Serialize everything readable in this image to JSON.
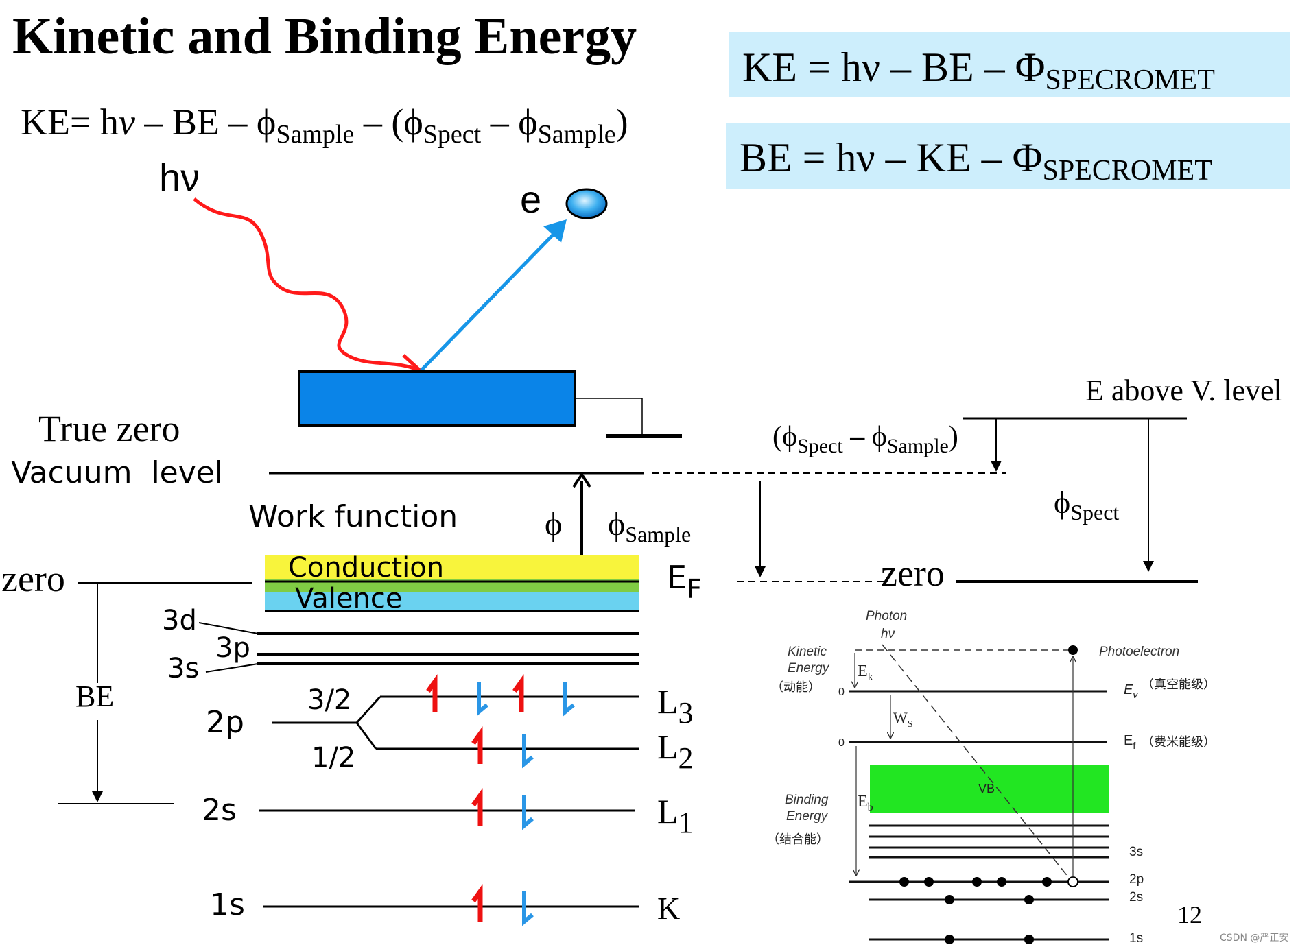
{
  "title": "Kinetic and Binding Energy",
  "main_equation": {
    "lhs": "KE= h",
    "nu": "ν",
    "minus_be": " – BE – ",
    "phi": "ϕ",
    "sub_sample": "Sample",
    "minus_paren": " – (",
    "sub_spect": "Spect",
    "minus": " – ",
    "close": ")"
  },
  "boxes": {
    "ke": {
      "main": "KE = hν – BE – Φ",
      "sub": "SPECROMET"
    },
    "be": {
      "main": "BE = hν – KE – Φ",
      "sub": "SPECROMET"
    }
  },
  "photon": {
    "h": "h",
    "nu": "ν"
  },
  "electron_label": "e",
  "labels": {
    "true_zero": "True zero",
    "vacuum_level": "Vacuum  level",
    "work_function": "Work function",
    "phi": "ϕ",
    "phi_sample_sub": "Sample",
    "ef_main": "E",
    "ef_sub": "F",
    "zero_left": "zero",
    "zero_right": "zero",
    "be": "BE",
    "e_above": "E above V. level",
    "phi_spect_sub": "Spect",
    "phi_diff_open": "(ϕ",
    "phi_diff_close": ")",
    "conduction": "Conduction",
    "valence": "Valence",
    "page_number": "12",
    "watermark": "CSDN @严正安"
  },
  "orbitals": {
    "3d": "3d",
    "3p": "3p",
    "3s": "3s",
    "2p": "2p",
    "j32": "3/2",
    "j12": "1/2",
    "2s": "2s",
    "1s": "1s",
    "L3": "L",
    "L3_sub": "3",
    "L2": "L",
    "L2_sub": "2",
    "L1": "L",
    "L1_sub": "1",
    "K": "K"
  },
  "inset": {
    "photon": "Photon",
    "hv": "hν",
    "photoelectron": "Photoelectron",
    "kinetic1": "Kinetic",
    "kinetic2": "Energy",
    "kinetic_cn": "（动能）",
    "ek": "E",
    "ek_sub": "k",
    "ws": "W",
    "ws_sub": "S",
    "ev": "E",
    "ev_sub": "v",
    "ev_cn": "（真空能级）",
    "ef": "E",
    "ef_sub": "f",
    "ef_cn": "（费米能级）",
    "zero1": "0",
    "zero2": "0",
    "binding1": "Binding",
    "binding2": "Energy",
    "binding_cn": "（结合能）",
    "eb": "E",
    "eb_sub": "b",
    "vb": "VB",
    "s3": "3s",
    "p2": "2p",
    "s2": "2s",
    "s1": "1s"
  },
  "colors": {
    "box_fill": "#cdeefc",
    "sample": "#0a84e8",
    "photon": "#ff1a1a",
    "electron_arrow": "#1796e8",
    "conduction": "#f8f43c",
    "valence_green": "#80cc44",
    "valence_cyan": "#6ad2f0",
    "vb_green": "#22e622",
    "spin_red": "#ee1111",
    "spin_blue": "#2a96e6"
  }
}
